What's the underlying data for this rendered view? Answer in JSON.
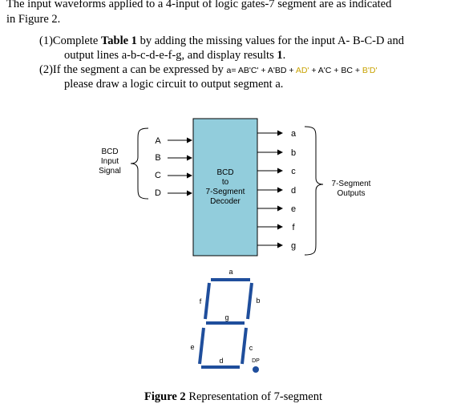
{
  "intro": {
    "line1": "The input waveforms applied to a 4-input of logic gates-7 segment are as indicated",
    "line2": "in Figure 2."
  },
  "q1": {
    "num": "(1)",
    "pre": "Complete ",
    "bold1": "Table 1",
    "mid": " by adding the missing values for the input A- B-C-D and",
    "line2_pre": "output lines a-b-c-d-e-f-g, and display results ",
    "bold2": "1",
    "line2_post": "."
  },
  "q2": {
    "num": "(2)",
    "pre": "If  the  segment  a  can  be  expressed  by ",
    "eq_prefix": "a= AB'C' + A'BD + ",
    "eq_ad": "AD'",
    "eq_plus1": " + A'C + BC + ",
    "eq_bd": "B'D'",
    "line2": "please draw a logic circuit to output segment a.",
    "highlight_color": "#c8a200"
  },
  "figure": {
    "left_label": [
      "BCD",
      "Input",
      "Signal"
    ],
    "inputs": [
      "A",
      "B",
      "C",
      "D"
    ],
    "decoder_lines": [
      "BCD",
      "to",
      "7-Segment",
      "Decoder"
    ],
    "outputs": [
      "a",
      "b",
      "c",
      "d",
      "e",
      "f",
      "g"
    ],
    "right_label": [
      "7-Segment",
      "Outputs"
    ],
    "segments": {
      "a": "a",
      "b": "b",
      "c": "c",
      "d": "d",
      "e": "e",
      "f": "f",
      "g": "g",
      "dp": "DP"
    },
    "decoder_color": "#92cddc",
    "segment_color": "#1f4e9c"
  },
  "caption": {
    "bold": "Figure 2",
    "rest": " Representation of 7-segment"
  }
}
